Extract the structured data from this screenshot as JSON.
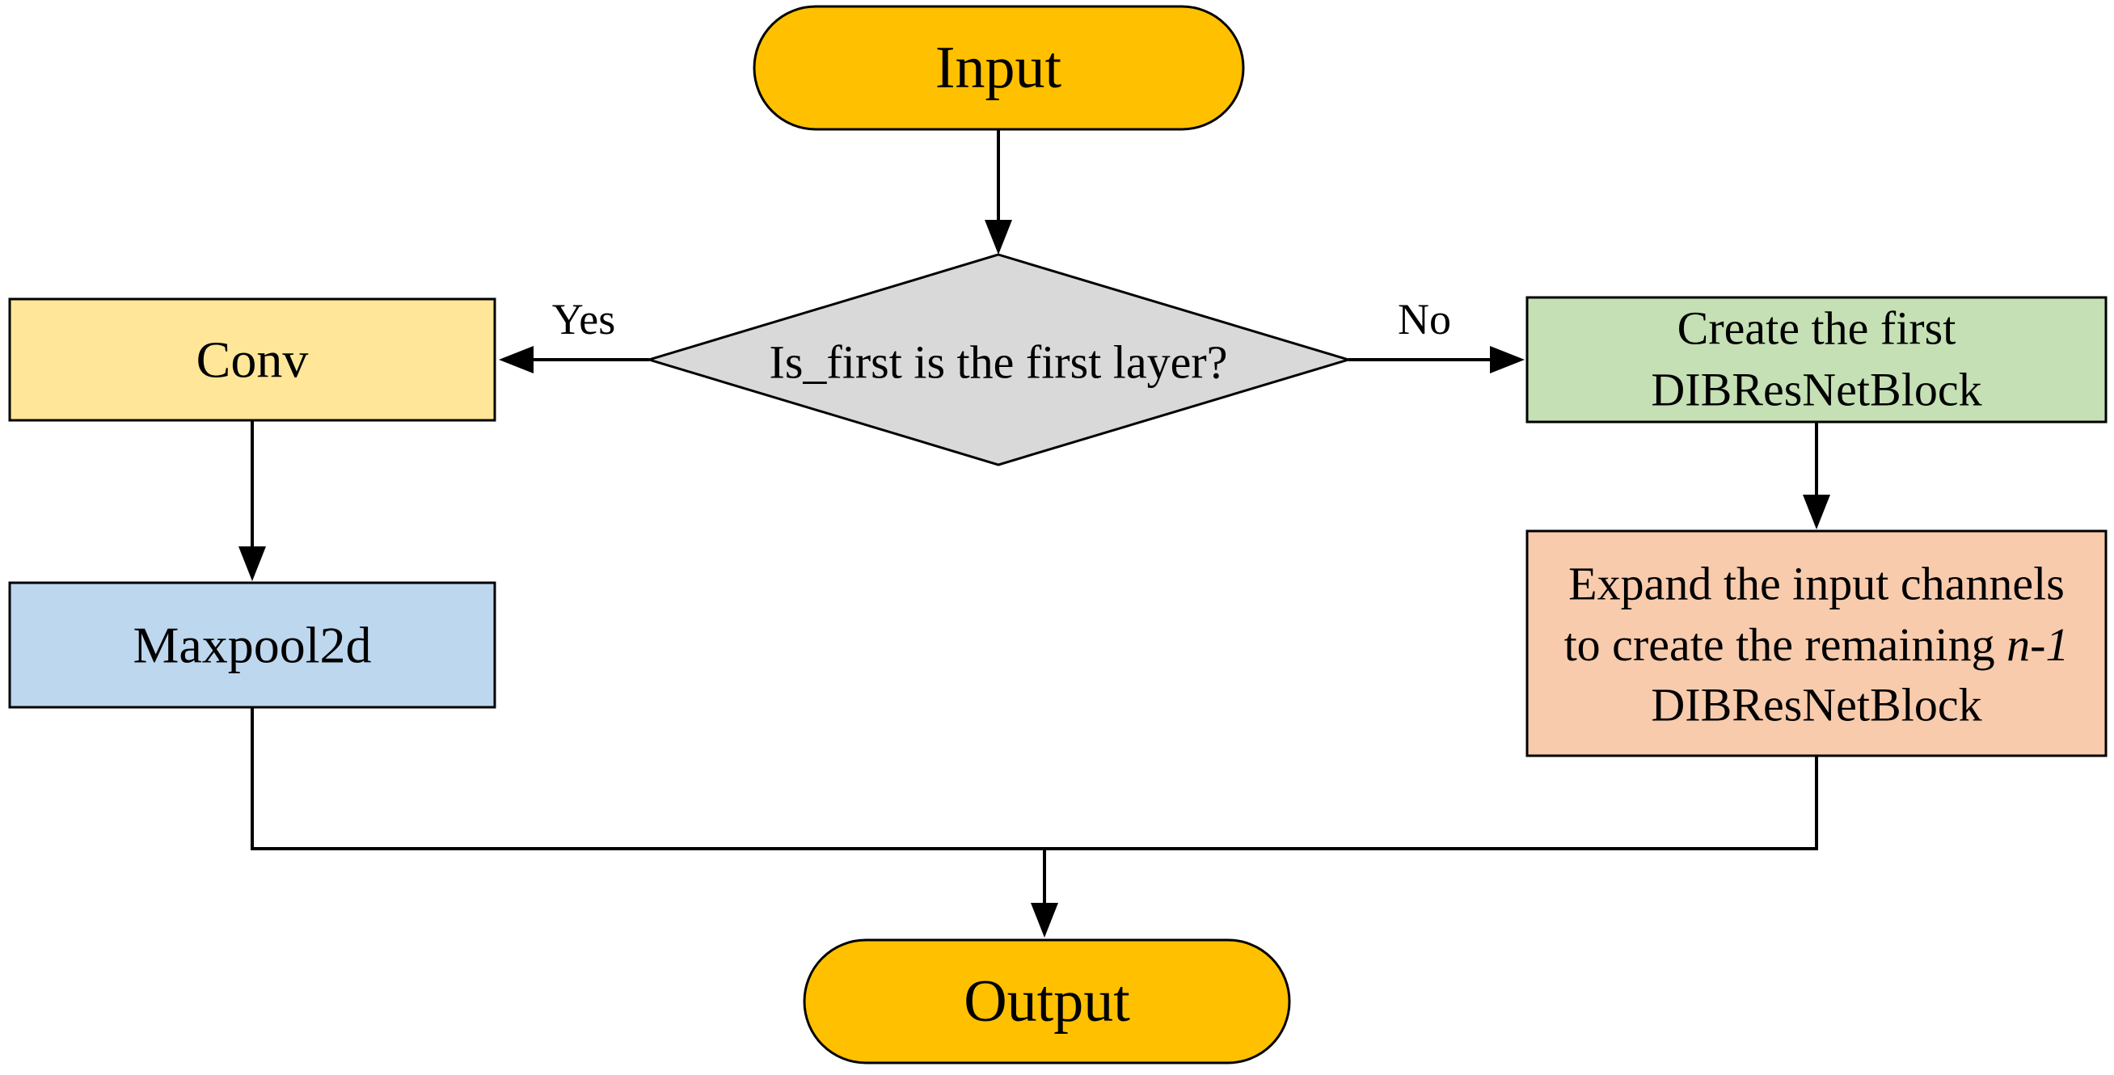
{
  "colors": {
    "terminal": "#FFC000",
    "decision": "#D9D9D9",
    "conv": "#FFE699",
    "maxpool": "#BDD7EE",
    "create_first": "#C5E0B4",
    "expand": "#F8CBAD"
  },
  "nodes": {
    "input": "Input",
    "decision": "Is_first is the first layer?",
    "conv": "Conv",
    "maxpool": "Maxpool2d",
    "create_first": {
      "line1": "Create the first",
      "line2": "DIBResNetBlock"
    },
    "expand": {
      "line1": "Expand the input channels",
      "line2_prefix": "to create the remaining ",
      "line2_italic": "n-1",
      "line3": "DIBResNetBlock"
    },
    "output": "Output"
  },
  "edges": {
    "yes": "Yes",
    "no": "No"
  }
}
